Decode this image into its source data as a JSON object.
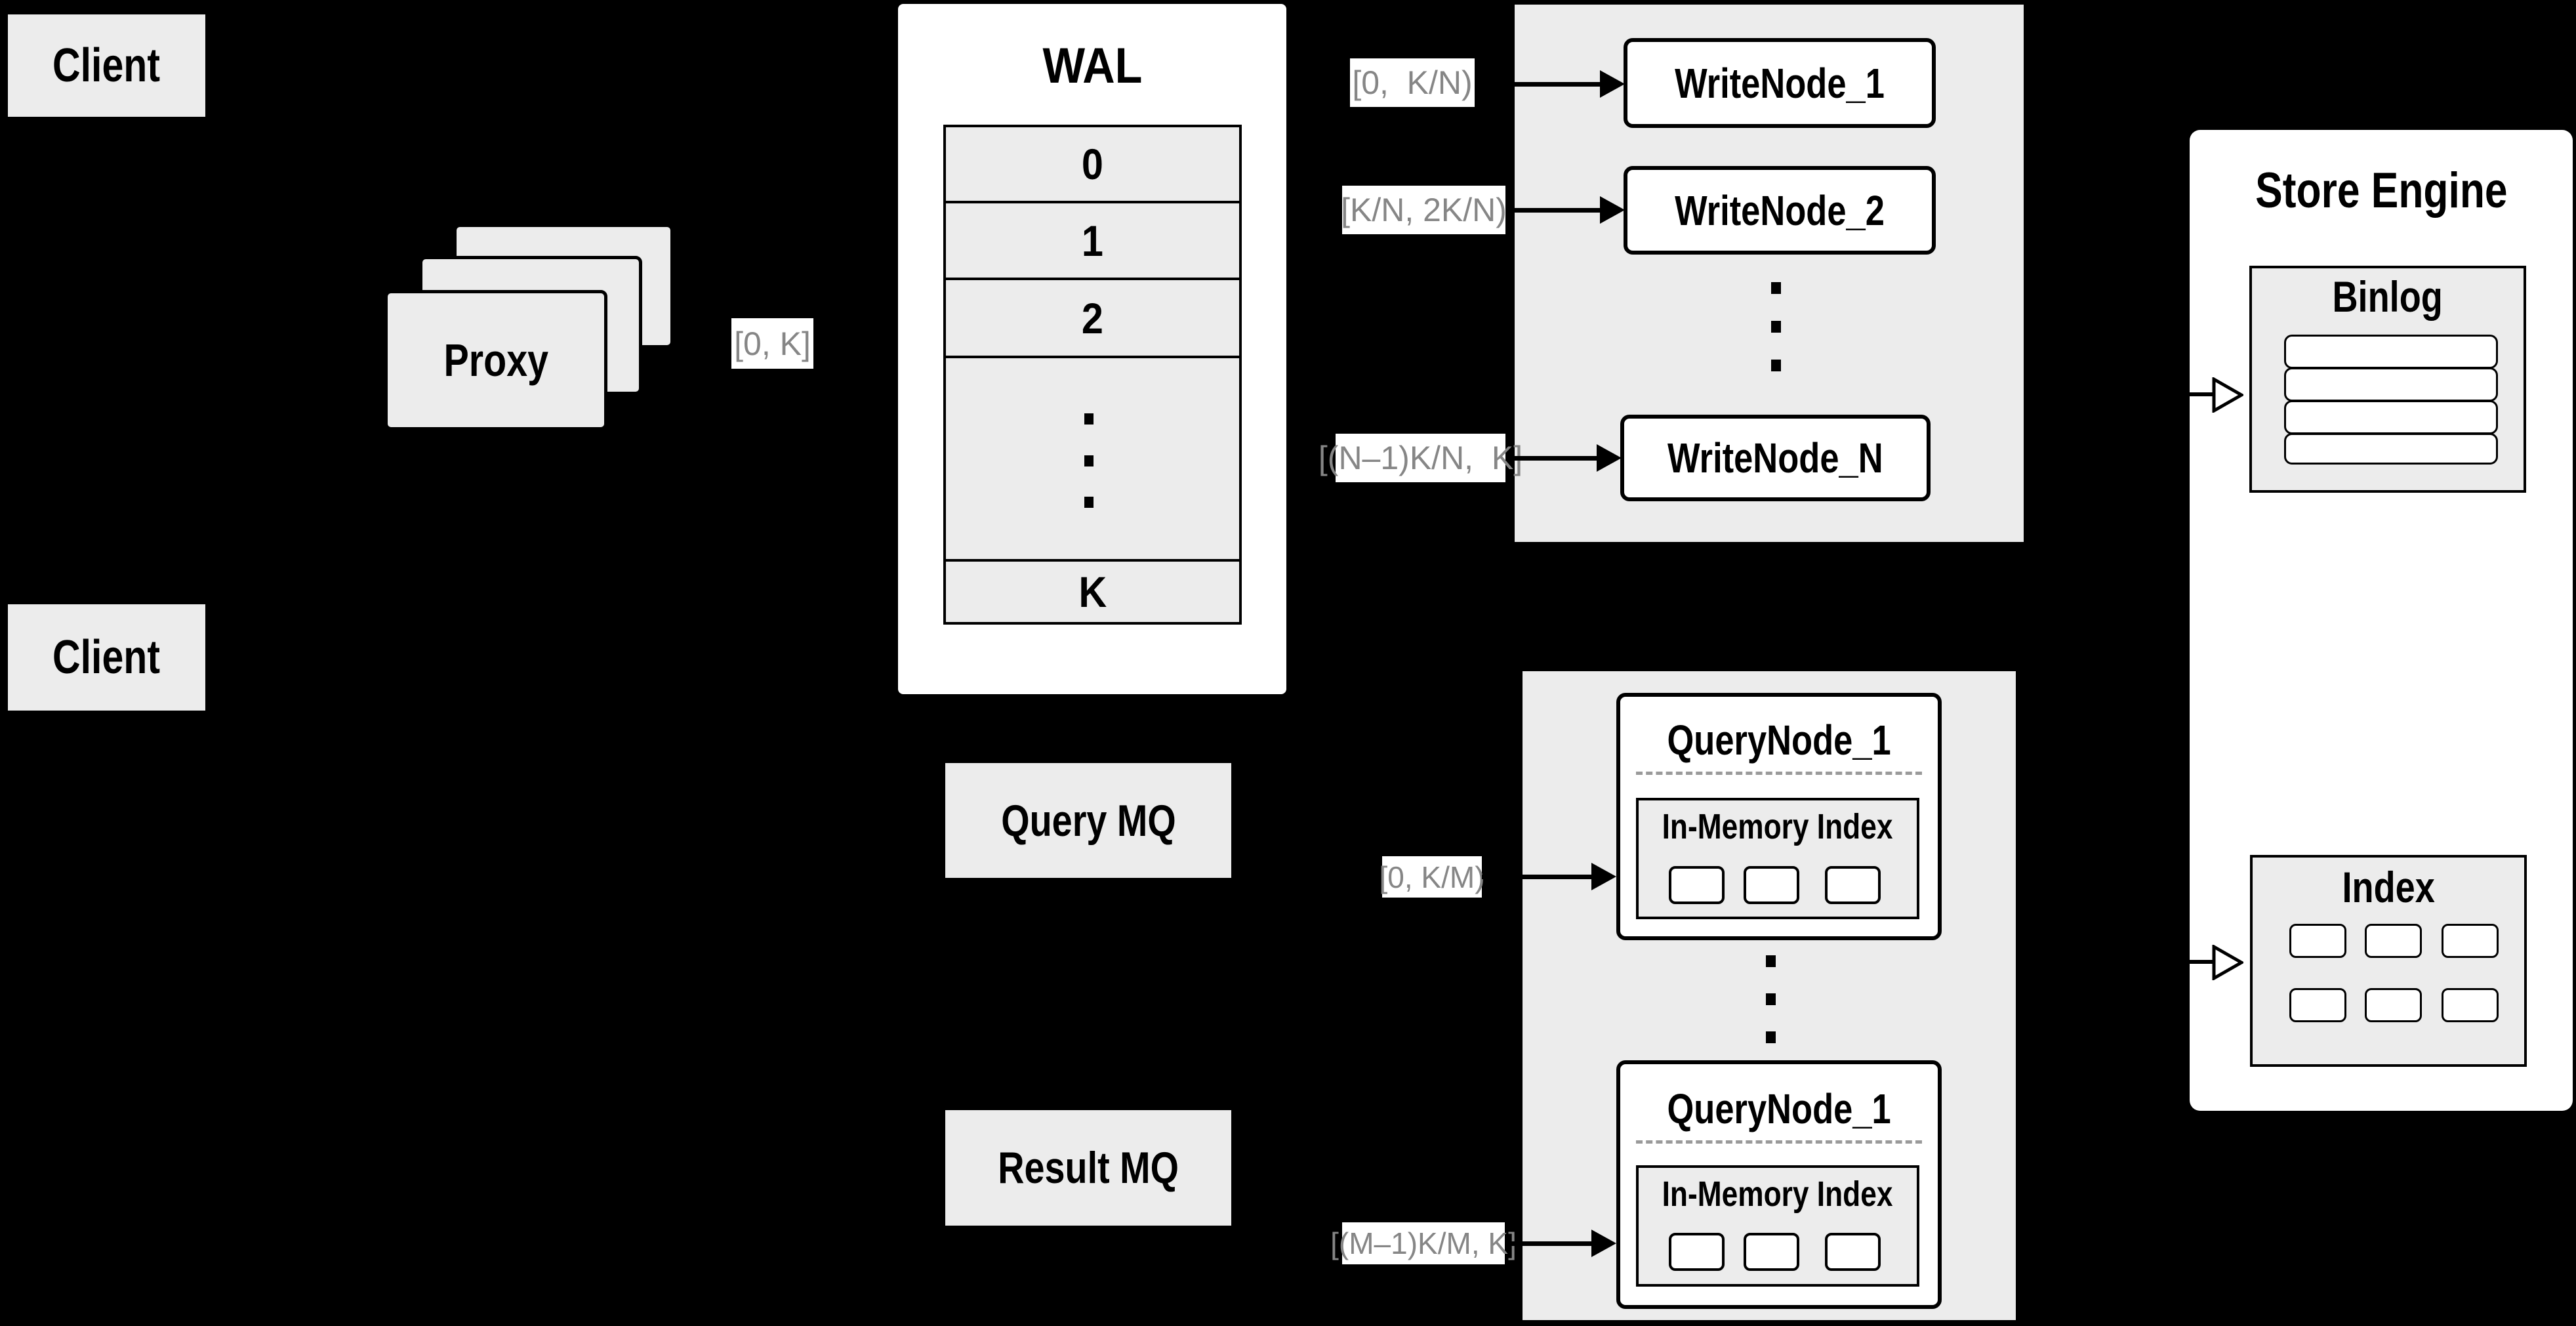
{
  "diagram": {
    "client_top": "Client",
    "client_bottom": "Client",
    "proxy": "Proxy",
    "wal": {
      "title": "WAL",
      "rows": [
        "0",
        "1",
        "2",
        "K"
      ]
    },
    "range_labels": {
      "proxy_out": "[0, K]",
      "write_1": "[0,  K/N)",
      "write_2": "[K/N, 2K/N)",
      "write_n": "[(N–1)K/N,  K]",
      "query_1": "[0, K/M)",
      "query_m": "[(M–1)K/M, K]"
    },
    "write_nodes": [
      "WriteNode_1",
      "WriteNode_2",
      "WriteNode_N"
    ],
    "query_nodes": {
      "top": {
        "title": "QueryNode_1",
        "inner": "In-Memory Index"
      },
      "bottom": {
        "title": "QueryNode_1",
        "inner": "In-Memory Index"
      }
    },
    "mq": {
      "query": "Query MQ",
      "result": "Result MQ"
    },
    "store": {
      "title": "Store Engine",
      "binlog": "Binlog",
      "index": "Index"
    }
  },
  "colors": {
    "background": "#000000",
    "panel_gray": "#ececec",
    "box_white": "#ffffff",
    "border_black": "#000000",
    "range_text_gray": "#868686",
    "dash_gray": "#9a9a9a"
  }
}
